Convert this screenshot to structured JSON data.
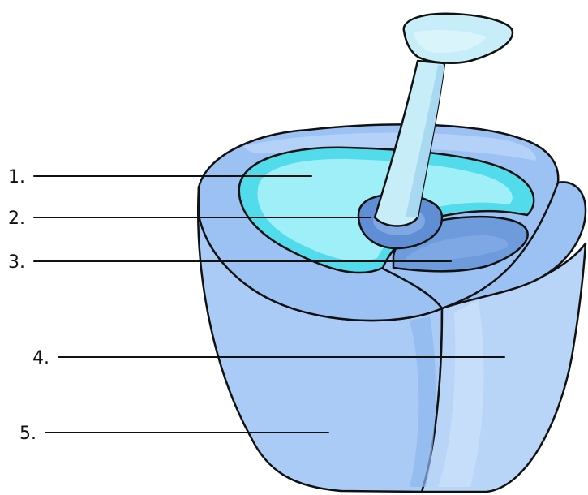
{
  "labels": [
    {
      "id": "1",
      "text": "1."
    },
    {
      "id": "2",
      "text": "2."
    },
    {
      "id": "3",
      "text": "3."
    },
    {
      "id": "4",
      "text": "4."
    },
    {
      "id": "5",
      "text": "5."
    }
  ],
  "colors": {
    "outer_blue": "#a9cbf5",
    "outer_blue_dark": "#8fb6ec",
    "rim_blue": "#9cc2f3",
    "top_plate": "#a6c9f3",
    "cyan_fill": "#9eeff7",
    "cyan_ring": "#51dbeb",
    "style_blue": "#c7eef8",
    "style_shade": "#a9d9f0",
    "navy_collar": "#5f8ed4",
    "navy_dark": "#4c7fc9",
    "outline": "#111111"
  }
}
